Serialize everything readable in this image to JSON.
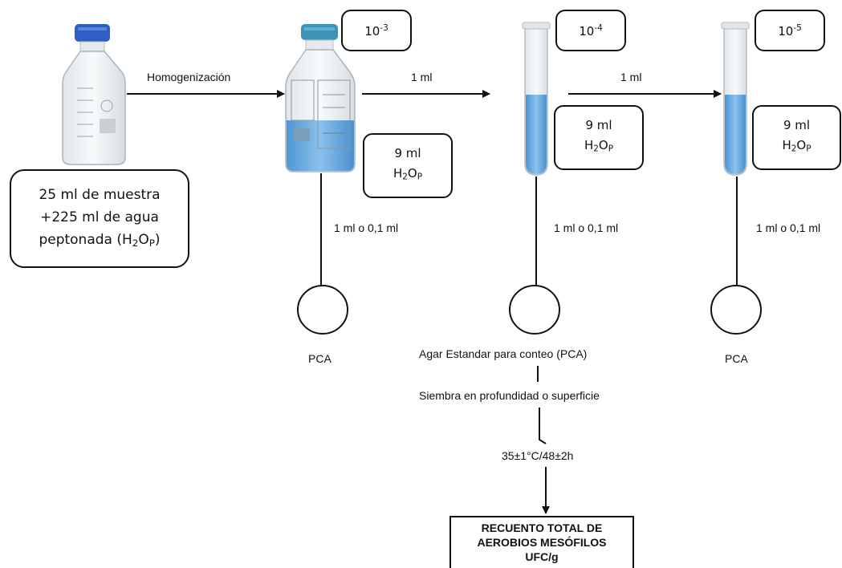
{
  "dilutions": {
    "d3_base": "10",
    "d3_exp": "-3",
    "d4_base": "10",
    "d4_exp": "-4",
    "d5_base": "10",
    "d5_exp": "-5"
  },
  "sample_box": {
    "line1": "25 ml de muestra",
    "line2": "+225 ml de agua",
    "line3_pre": "peptonada (H",
    "line3_sub1": "2",
    "line3_mid": "O",
    "line3_sub2": "P",
    "line3_post": ")"
  },
  "diluent_box": {
    "volume": "9 ml",
    "formula_h": "H",
    "formula_sub1": "2",
    "formula_o": "O",
    "formula_sub2": "P"
  },
  "labels": {
    "homogenization": "Homogenización",
    "transfer_1": "1 ml",
    "transfer_2": "1 ml",
    "plating_1": "1 ml o 0,1 ml",
    "plating_2": "1 ml o 0,1 ml",
    "plating_3": "1 ml o 0,1 ml",
    "pca_left": "PCA",
    "pca_right": "PCA",
    "agar": "Agar Estandar para conteo (PCA)",
    "seeding": "Siembra en profundidad  o superficie",
    "incubation": "35±1°C/48±2h"
  },
  "final_box": {
    "line1": "RECUENTO TOTAL DE",
    "line2": "AEROBIOS MESÓFILOS",
    "line3": "UFC/g"
  },
  "colors": {
    "liquid_blue": "#6aaee2",
    "cap_blue": "#2f5fc4",
    "cap_teal": "#3d93b8",
    "line": "#111111"
  }
}
